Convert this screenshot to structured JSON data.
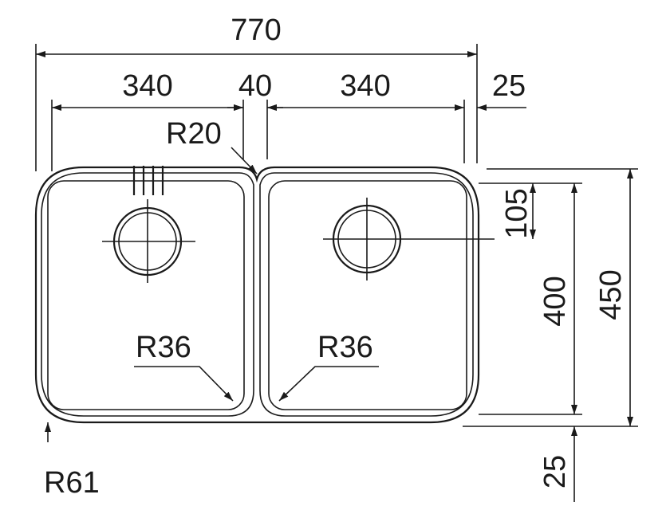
{
  "drawing": {
    "overall_width": "770",
    "bowl_left_width": "340",
    "divider_width": "40",
    "bowl_right_width": "340",
    "right_margin": "25",
    "divider_radius": "R20",
    "drain_offset": "105",
    "bowl_depth": "400",
    "overall_depth": "450",
    "bottom_margin": "25",
    "inner_radius_left": "R36",
    "inner_radius_right": "R36",
    "outer_radius": "R61"
  }
}
